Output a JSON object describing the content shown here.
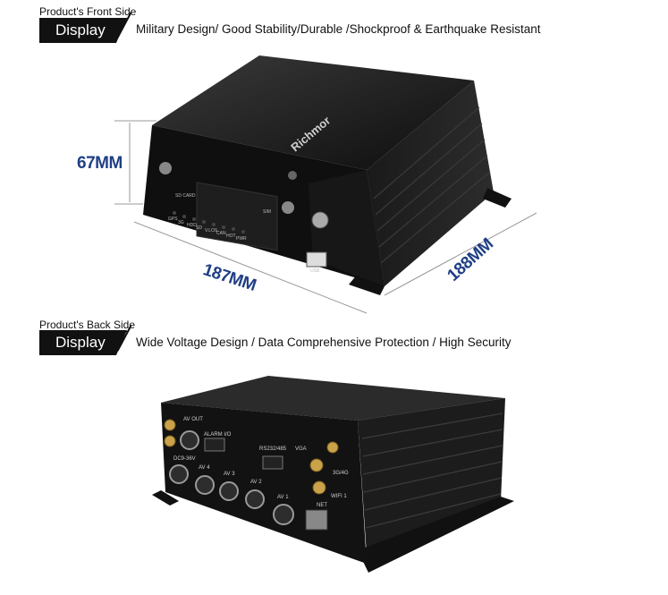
{
  "front": {
    "section_label": "Product's Front Side",
    "display_label": "Display",
    "features": "Military Design/ Good Stability/Durable /Shockproof & Earthquake Resistant",
    "dimensions": {
      "height": "67MM",
      "width": "187MM",
      "depth": "188MM"
    },
    "brand_text": "Richmor",
    "port_labels": [
      "SD CARD",
      "SIM",
      "USB",
      "GPS",
      "3G",
      "HDD",
      "SD",
      "V.LOS",
      "CAN",
      "HOT",
      "PWR"
    ]
  },
  "back": {
    "section_label": "Product's Back Side",
    "display_label": "Display",
    "features": "Wide Voltage Design / Data Comprehensive Protection / High Security",
    "port_labels": [
      "AV OUT",
      "ALARM I/O",
      "RS232/485",
      "VGA",
      "3G/4G",
      "DC9-36V",
      "AV 4",
      "AV 3",
      "AV 2",
      "AV 1",
      "WIFI 1",
      "NET"
    ]
  },
  "colors": {
    "dimension_text": "#1f3f85",
    "device_body": "#161616",
    "tag_bg": "#111111"
  }
}
